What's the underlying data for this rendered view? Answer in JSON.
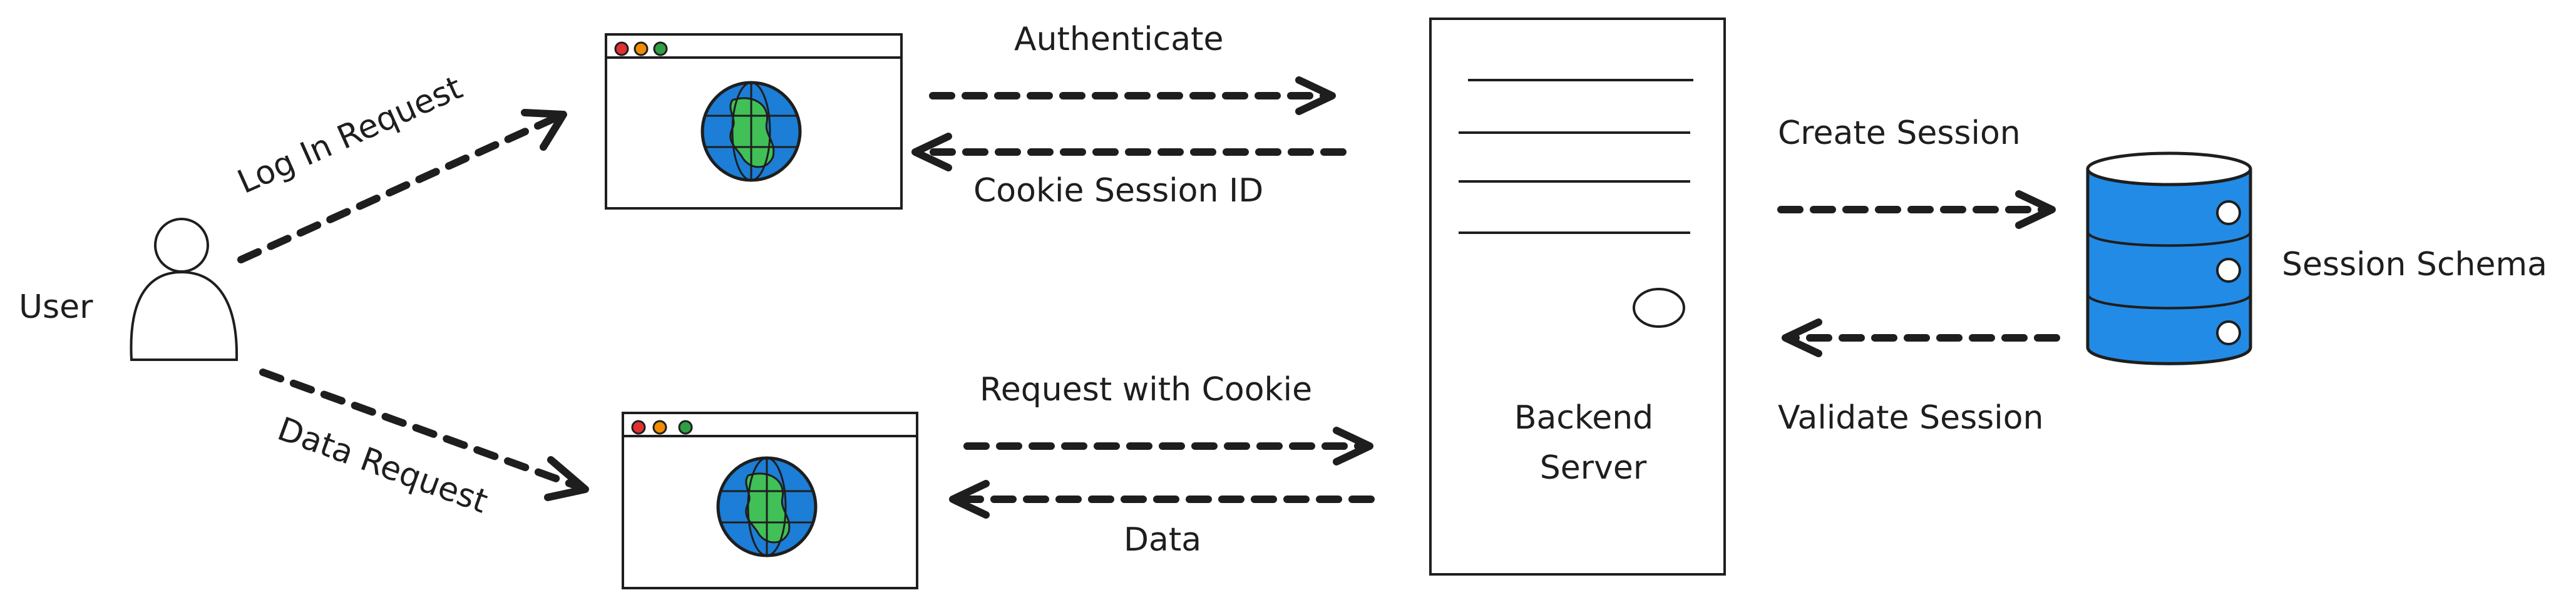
{
  "labels": {
    "user": "User",
    "log_in_request": "Log In Request",
    "data_request": "Data Request",
    "authenticate": "Authenticate",
    "cookie_session_id": "Cookie Session ID",
    "request_with_cookie": "Request with Cookie",
    "data": "Data",
    "backend_server_line1": "Backend",
    "backend_server_line2": "Server",
    "create_session": "Create Session",
    "validate_session": "Validate Session",
    "session_schema": "Session Schema"
  },
  "colors": {
    "stroke": "#1e1e1e",
    "dot_red": "#e03131",
    "dot_yellow": "#f08c00",
    "dot_green": "#2f9e44",
    "globe_blue": "#1c7ed6",
    "land_green": "#40c057",
    "db_blue": "#228be6"
  },
  "icons": {
    "user": "user-icon",
    "browser": "browser-window-icon",
    "globe": "globe-icon",
    "server": "server-icon",
    "database": "database-icon"
  }
}
